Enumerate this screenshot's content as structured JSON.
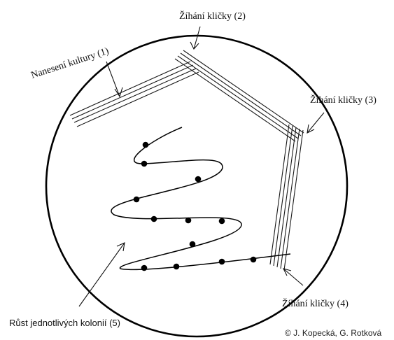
{
  "diagram": {
    "labels": {
      "inoculation": "Nanesení kultury (1)",
      "flame2": "Žíhání kličky (2)",
      "flame3": "Žíhání kličky (3)",
      "flame4": "Žíhání kličky (4)",
      "growth": "Růst jednotlivých kolonií (5)"
    },
    "credit": "© J. Kopecká, G. Rotková"
  }
}
